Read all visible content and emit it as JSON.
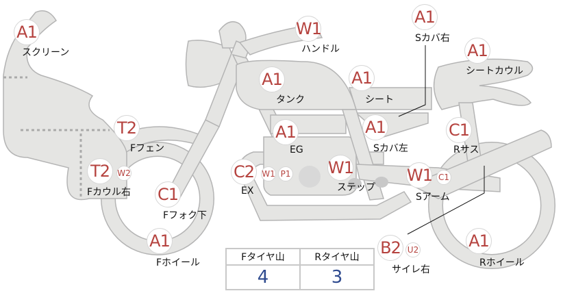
{
  "colors": {
    "grade_text": "#b5433f",
    "part_fill": "#e5e5e3",
    "part_stroke": "#b4b4b4",
    "tire_value": "#2f4b8f"
  },
  "parts": [
    {
      "name": "screen",
      "label": "スクリーン",
      "grades": [
        "A1"
      ]
    },
    {
      "name": "handle",
      "label": "ハンドル",
      "grades": [
        "W1"
      ]
    },
    {
      "name": "side-cover-right",
      "label": "Sカバ右",
      "grades": [
        "A1"
      ]
    },
    {
      "name": "seat-cowl",
      "label": "シートカウル",
      "grades": [
        "A1"
      ]
    },
    {
      "name": "tank",
      "label": "タンク",
      "grades": [
        "A1"
      ]
    },
    {
      "name": "seat",
      "label": "シート",
      "grades": [
        "A1"
      ]
    },
    {
      "name": "front-fender",
      "label": "Fフェン",
      "grades": [
        "T2"
      ]
    },
    {
      "name": "engine",
      "label": "EG",
      "grades": [
        "A1"
      ]
    },
    {
      "name": "side-cover-left",
      "label": "Sカバ左",
      "grades": [
        "A1"
      ]
    },
    {
      "name": "rear-suspension",
      "label": "Rサス",
      "grades": [
        "C1"
      ]
    },
    {
      "name": "exhaust",
      "label": "EX",
      "grades": [
        "C2",
        "W1",
        "P1"
      ]
    },
    {
      "name": "step",
      "label": "ステップ",
      "grades": [
        "W1"
      ]
    },
    {
      "name": "swing-arm",
      "label": "Sアーム",
      "grades": [
        "W1",
        "C1"
      ]
    },
    {
      "name": "front-cowl-right",
      "label": "Fカウル右",
      "grades": [
        "T2",
        "W2"
      ]
    },
    {
      "name": "front-fork-lower",
      "label": "Fフォク下",
      "grades": [
        "C1"
      ]
    },
    {
      "name": "front-wheel",
      "label": "Fホイール",
      "grades": [
        "A1"
      ]
    },
    {
      "name": "silencer-right",
      "label": "サイレ右",
      "grades": [
        "B2",
        "U2"
      ]
    },
    {
      "name": "rear-wheel",
      "label": "Rホイール",
      "grades": [
        "A1"
      ]
    }
  ],
  "tire_table": {
    "headers": [
      "Fタイヤ山",
      "Rタイヤ山"
    ],
    "values": [
      "4",
      "3"
    ]
  }
}
